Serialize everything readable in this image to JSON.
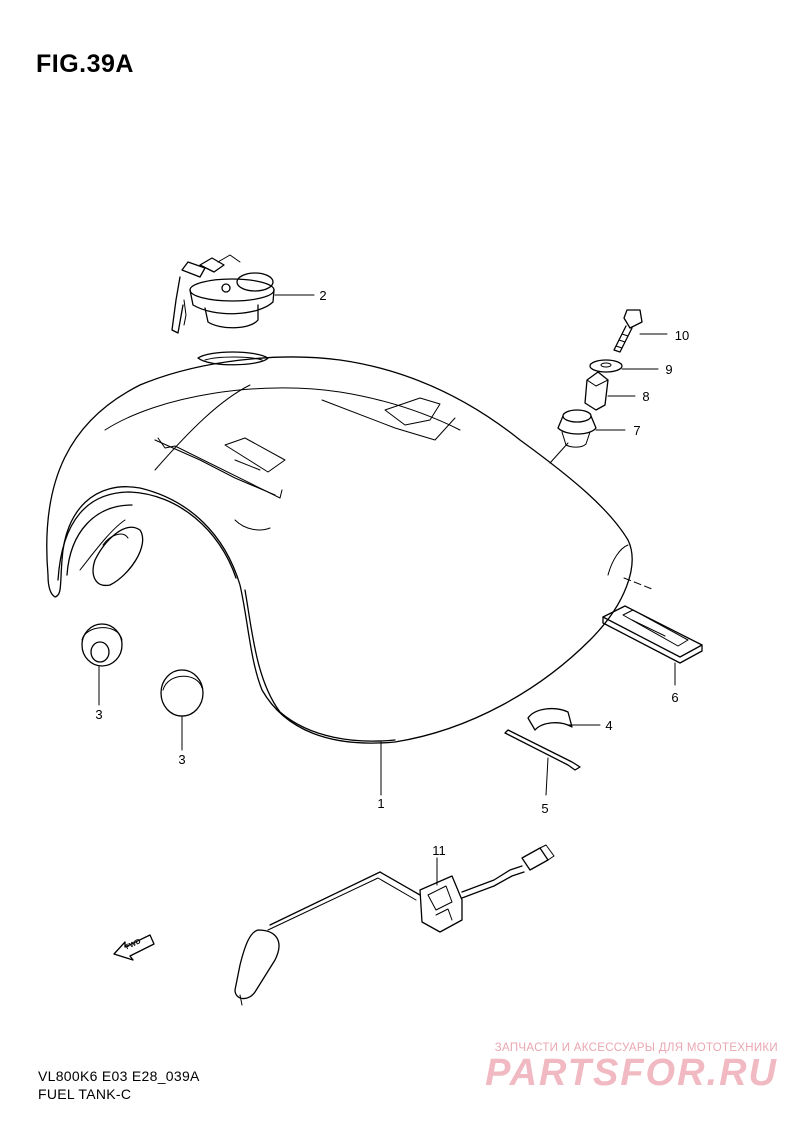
{
  "figure": {
    "title": "FIG.39A"
  },
  "callouts": [
    {
      "id": "1",
      "label": "1"
    },
    {
      "id": "2",
      "label": "2"
    },
    {
      "id": "3a",
      "label": "3"
    },
    {
      "id": "3b",
      "label": "3"
    },
    {
      "id": "4",
      "label": "4"
    },
    {
      "id": "5",
      "label": "5"
    },
    {
      "id": "6",
      "label": "6"
    },
    {
      "id": "7",
      "label": "7"
    },
    {
      "id": "8",
      "label": "8"
    },
    {
      "id": "9",
      "label": "9"
    },
    {
      "id": "10",
      "label": "10"
    },
    {
      "id": "11",
      "label": "11"
    }
  ],
  "fwd_arrow": {
    "label": "FWD"
  },
  "footer": {
    "code": "VL800K6 E03 E28_039A",
    "name": "FUEL TANK-C"
  },
  "watermark": {
    "tagline": "ЗАПЧАСТИ И АКСЕССУАРЫ ДЛЯ МОТОТЕХНИКИ",
    "logo": "PARTSFOR.RU"
  }
}
